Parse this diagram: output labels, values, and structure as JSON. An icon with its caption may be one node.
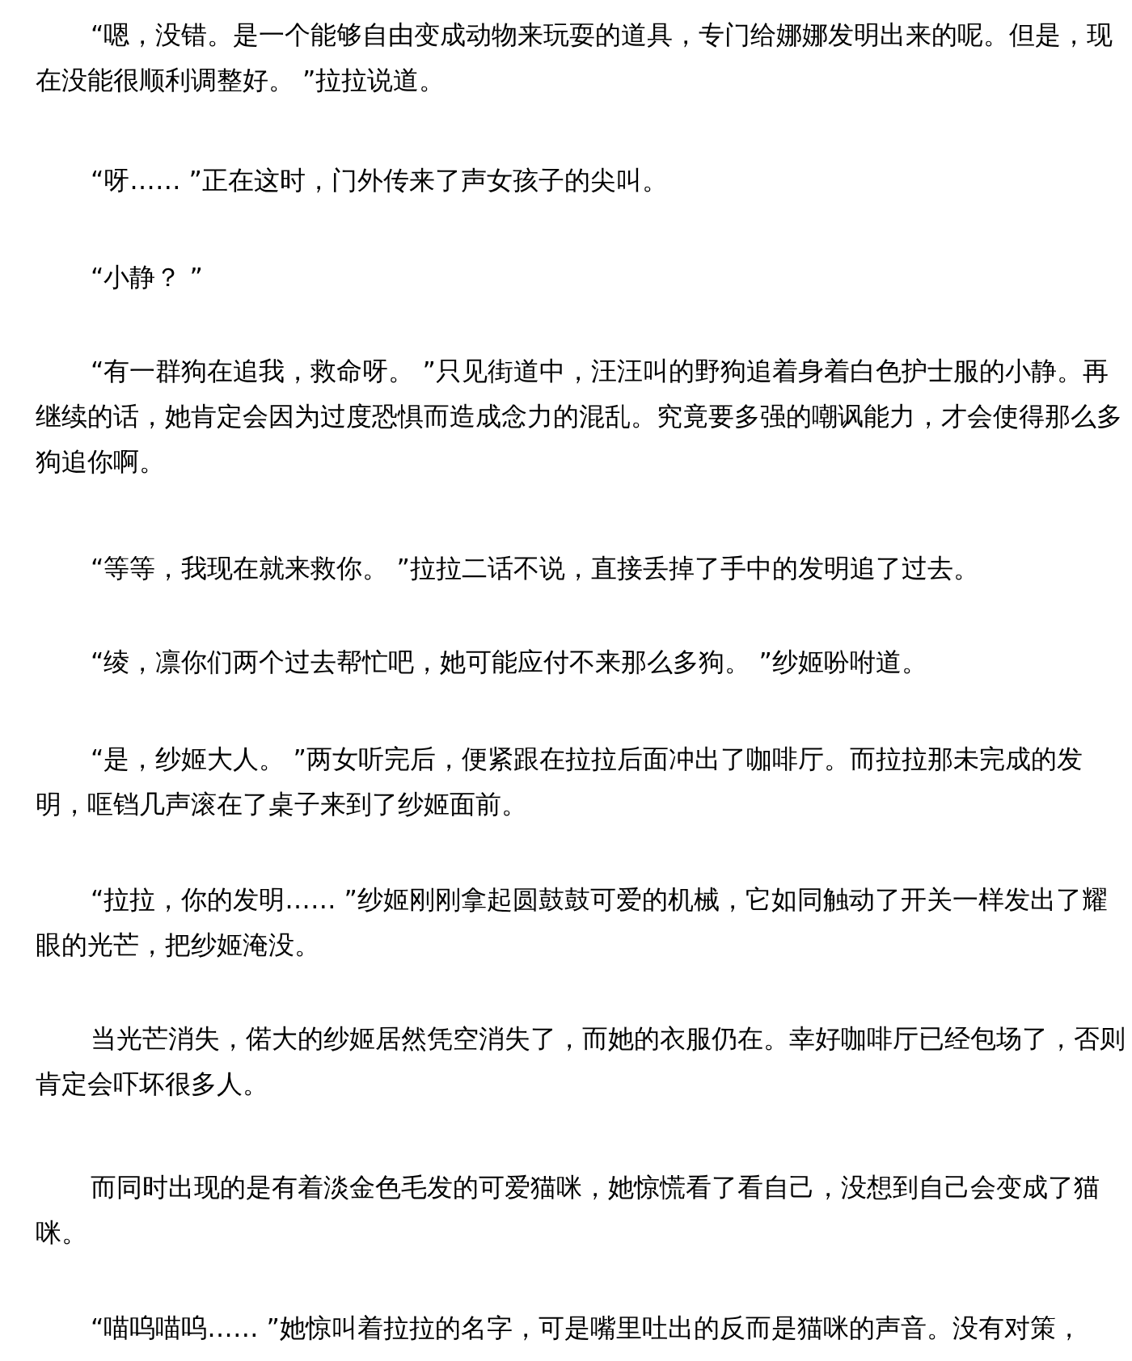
{
  "diagram": {
    "labels": [
      "“嗯，没错。是一个能够自由变成动物来玩耍的道具，专门给娜娜发明出来的呢。但是，现在没能很顺利调整好。 ”拉拉说道。",
      "“呀…… ”正在这时，门外传来了声女孩子的尖叫。",
      "“小静？ ”",
      "“有一群狗在追我，救命呀。 ”只见街道中，汪汪叫的野狗追着身着白色护士服的小静。再继续的话，她肯定会因为过度恐惧而造成念力的混乱。究竟要多强的嘲讽能力，才会使得那么多狗追你啊。",
      "“等等，我现在就来救你。 ”拉拉二话不说，直接丢掉了手中的发明追了过去。",
      "“绫，凛你们两个过去帮忙吧，她可能应付不来那么多狗。 ”纱姬吩咐道。",
      "“是，纱姬大人。 ”两女听完后，便紧跟在拉拉后面冲出了咖啡厅。而拉拉那未完成的发明，哐铛几声滚在了桌子来到了纱姬面前。",
      "“拉拉，你的发明…… ”纱姬刚刚拿起圆鼓鼓可爱的机械，它如同触动了开关一样发出了耀眼的光芒，把纱姬淹没。",
      "当光芒消失，偌大的纱姬居然凭空消失了，而她的衣服仍在。幸好咖啡厅已经包场了，否则肯定会吓坏很多人。",
      "而同时出现的是有着淡金色毛发的可爱猫咪，她惊慌看了看自己，没想到自己会变成了猫咪。",
      "“喵呜喵呜…… ”她惊叫着拉拉的名字，可是嘴里吐出的反而是猫咪的声音。没有对策，"
    ]
  }
}
